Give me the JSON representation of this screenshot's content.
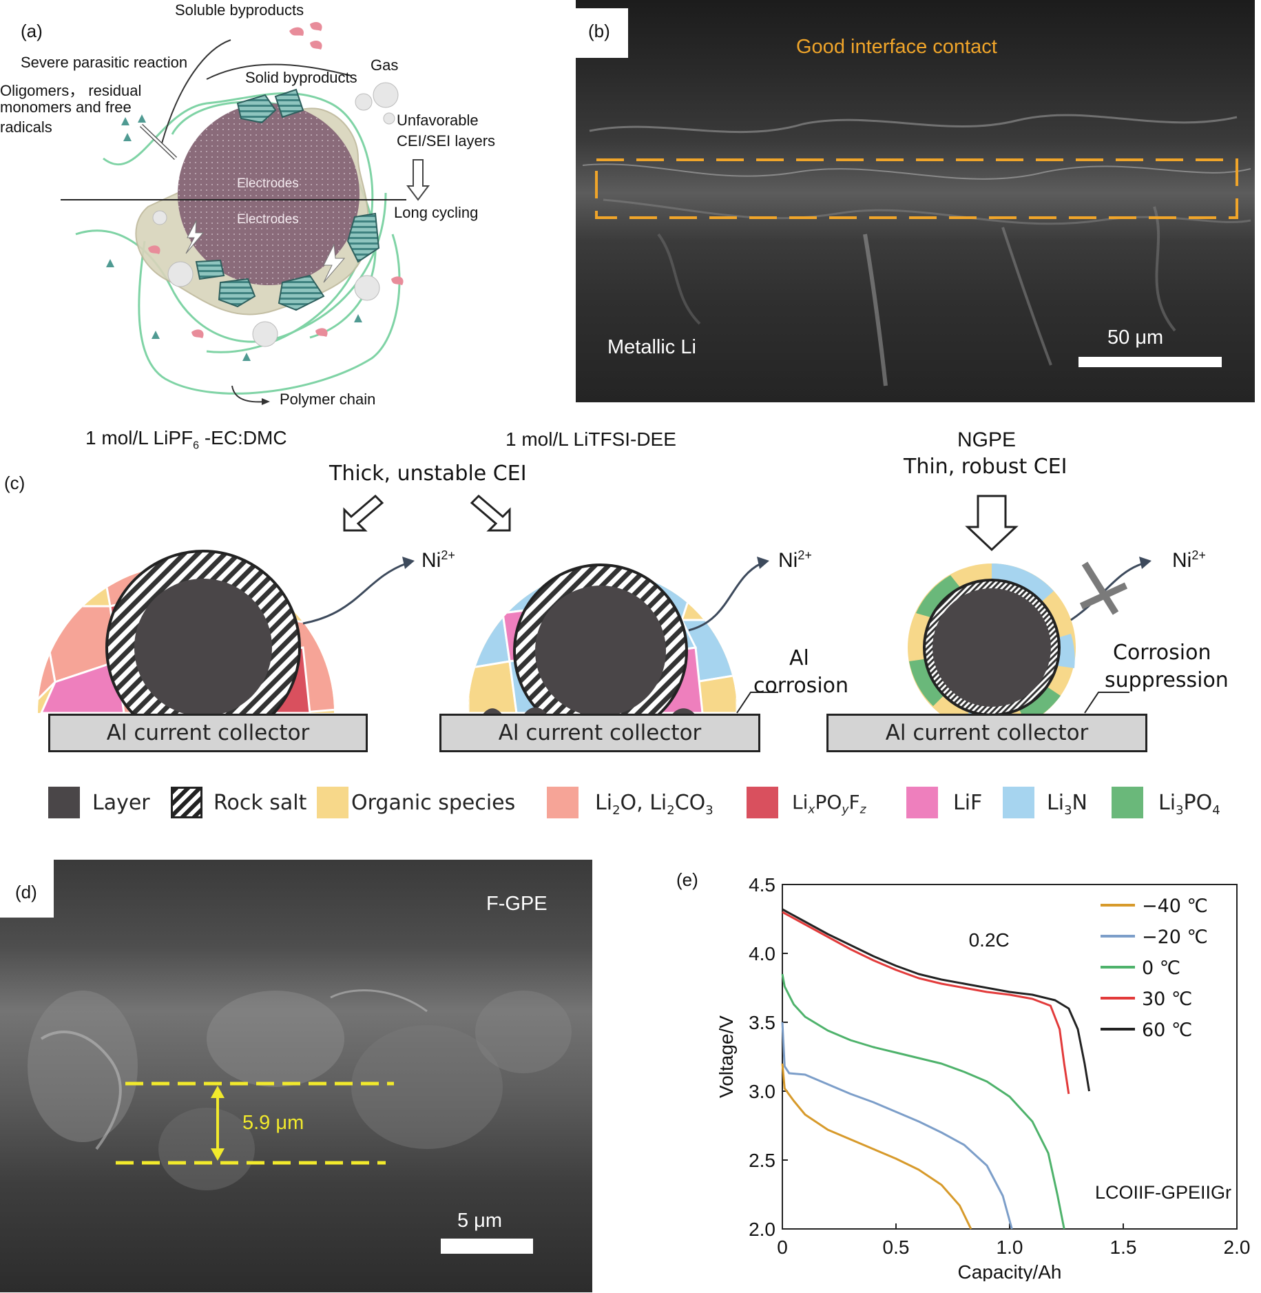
{
  "panel_a": {
    "label": "(a)",
    "soluble_byproducts": "Soluble byproducts",
    "severe_parasitic": "Severe parasitic reaction",
    "gas": "Gas",
    "oligomers_line1": "Oligomers， residual",
    "oligomers_line2": "monomers and free",
    "oligomers_line3": "radicals",
    "solid_byproducts": "Solid byproducts",
    "unfavorable_line1": "Unfavorable",
    "unfavorable_line2": "CEI/SEI layers",
    "electrodes_top": "Electrodes",
    "electrodes_bottom": "Electrodes",
    "long_cycling": "Long cycling",
    "polymer_chain": "Polymer chain",
    "colors": {
      "electrode": "#8a6b7a",
      "polymer": "#7fd3a5",
      "byproduct": "#e88c9a",
      "cei": "#bdb79a"
    }
  },
  "panel_b": {
    "label": "(b)",
    "title": "Good interface contact",
    "metallic": "Metallic Li",
    "scale": "50 μm",
    "colors": {
      "title": "#f0a52a",
      "box": "#f0a52a"
    }
  },
  "panel_c": {
    "label": "(c)",
    "header_left_prefix": "1 mol/L LiPF",
    "header_left_sub": "6",
    "header_left_suffix": " -EC:DMC",
    "header_mid": "1 mol/L LiTFSI-DEE",
    "header_right_line1": "NGPE",
    "header_right_line2": "Thin, robust CEI",
    "thick_cei": "Thick, unstable CEI",
    "ni_ion": "Ni",
    "ni_charge": "2+",
    "al_corrosion_line1": "Al",
    "al_corrosion_line2": "corrosion",
    "corrosion_suppression_line1": "Corrosion",
    "corrosion_suppression_line2": "suppression",
    "collector": "Al current collector",
    "legend": [
      {
        "key": "layer",
        "label": "Layer",
        "color": "#4a4648"
      },
      {
        "key": "rock",
        "label": "Rock salt",
        "color": "#ffffff"
      },
      {
        "key": "organic",
        "label": "Organic species",
        "color": "#f7d88a"
      },
      {
        "key": "li2o",
        "label": "Li2O, Li2CO3",
        "color": "#f6a497"
      },
      {
        "key": "lipof",
        "label": "LixPOyFz",
        "color": "#d9505e"
      },
      {
        "key": "lif",
        "label": "LiF",
        "color": "#ee7fbd"
      },
      {
        "key": "li3n",
        "label": "Li3N",
        "color": "#a6d4ef"
      },
      {
        "key": "li3po4",
        "label": "Li3PO4",
        "color": "#6ab87a"
      }
    ]
  },
  "panel_d": {
    "label": "(d)",
    "title": "F-GPE",
    "thickness": "5.9 μm",
    "scale": "5 μm",
    "colors": {
      "marker": "#f2ea2c"
    }
  },
  "panel_e": {
    "label": "(e)",
    "rate_label": "0.2C",
    "cell_label": "LCOIIF-GPEIIGr",
    "x_tick_labels": [
      "0",
      "0.5",
      "1.0",
      "1.5",
      "2.0"
    ],
    "y_tick_labels": [
      "2.0",
      "2.5",
      "3.0",
      "3.5",
      "4.0",
      "4.5"
    ],
    "xlabel": "Capacity/Ah",
    "ylabel": "Voltage/V"
  },
  "chart_data": {
    "type": "line",
    "xlabel": "Capacity/Ah",
    "ylabel": "Voltage/V",
    "xlim": [
      0,
      2.0
    ],
    "ylim": [
      2.0,
      4.5
    ],
    "legend_position": "top-right",
    "grid": false,
    "series": [
      {
        "name": "−40 ℃",
        "color": "#d79a2b",
        "x": [
          0,
          0.01,
          0.05,
          0.1,
          0.2,
          0.3,
          0.4,
          0.5,
          0.6,
          0.7,
          0.78,
          0.83
        ],
        "y": [
          3.2,
          3.02,
          2.93,
          2.83,
          2.72,
          2.65,
          2.58,
          2.51,
          2.43,
          2.32,
          2.17,
          2.0
        ]
      },
      {
        "name": "−20 ℃",
        "color": "#7c9ec9",
        "x": [
          0,
          0.01,
          0.03,
          0.1,
          0.2,
          0.3,
          0.4,
          0.5,
          0.6,
          0.7,
          0.8,
          0.9,
          0.97,
          1.01
        ],
        "y": [
          3.5,
          3.18,
          3.13,
          3.12,
          3.05,
          2.98,
          2.92,
          2.85,
          2.78,
          2.7,
          2.61,
          2.46,
          2.24,
          2.0
        ]
      },
      {
        "name": "0 ℃",
        "color": "#4eb26b",
        "x": [
          0,
          0.01,
          0.05,
          0.1,
          0.2,
          0.3,
          0.4,
          0.5,
          0.6,
          0.7,
          0.8,
          0.9,
          1.0,
          1.1,
          1.17,
          1.21,
          1.24
        ],
        "y": [
          3.85,
          3.76,
          3.63,
          3.54,
          3.44,
          3.37,
          3.32,
          3.28,
          3.24,
          3.2,
          3.14,
          3.07,
          2.96,
          2.78,
          2.55,
          2.25,
          2.0
        ]
      },
      {
        "name": "30 ℃",
        "color": "#e23a3a",
        "x": [
          0,
          0.1,
          0.2,
          0.3,
          0.4,
          0.5,
          0.6,
          0.7,
          0.8,
          0.9,
          1.0,
          1.1,
          1.18,
          1.22,
          1.24,
          1.26
        ],
        "y": [
          4.3,
          4.21,
          4.12,
          4.03,
          3.95,
          3.88,
          3.82,
          3.78,
          3.75,
          3.72,
          3.7,
          3.67,
          3.62,
          3.45,
          3.2,
          2.98
        ]
      },
      {
        "name": "60 ℃",
        "color": "#222222",
        "x": [
          0,
          0.1,
          0.2,
          0.3,
          0.4,
          0.5,
          0.6,
          0.7,
          0.8,
          0.9,
          1.0,
          1.1,
          1.2,
          1.26,
          1.3,
          1.33,
          1.35
        ],
        "y": [
          4.32,
          4.23,
          4.14,
          4.06,
          3.98,
          3.91,
          3.85,
          3.81,
          3.78,
          3.75,
          3.72,
          3.7,
          3.66,
          3.6,
          3.45,
          3.2,
          3.0
        ]
      }
    ]
  }
}
